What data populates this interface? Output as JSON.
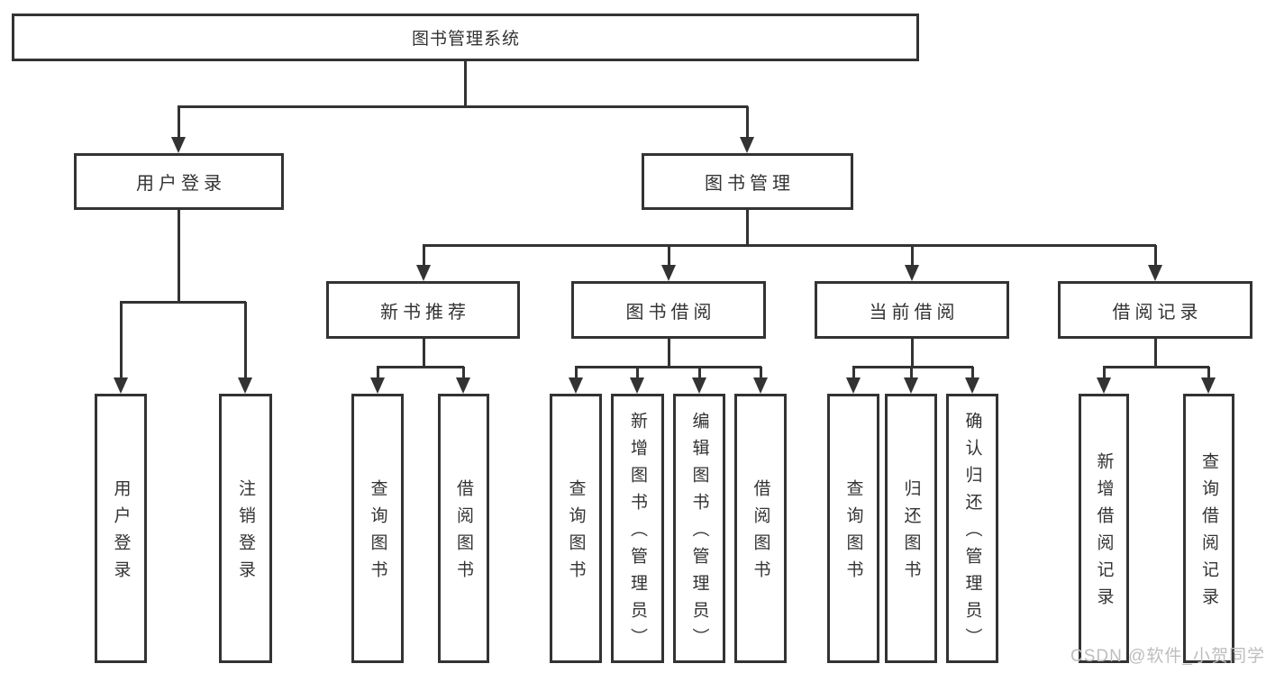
{
  "page": {
    "background": "#ffffff",
    "line_color": "#333333",
    "text_color": "#333333",
    "watermark_color": "#bdbdbd"
  },
  "diagram": {
    "title": "图书管理系统",
    "level2": [
      "用户登录",
      "图书管理"
    ],
    "level3": [
      "新书推荐",
      "图书借阅",
      "当前借阅",
      "借阅记录"
    ],
    "leaves": {
      "user_login": [
        "用户登录",
        "注销登录"
      ],
      "new_book_recommend": [
        "查询图书",
        "借阅图书"
      ],
      "book_borrow": [
        "查询图书",
        "新增图书（管理员）",
        "编辑图书（管理员）",
        "借阅图书"
      ],
      "current_borrow": [
        "查询图书",
        "归还图书",
        "确认归还（管理员）"
      ],
      "borrow_record": [
        "新增借阅记录",
        "查询借阅记录"
      ]
    },
    "watermark": "CSDN @软件_小贺同学"
  }
}
